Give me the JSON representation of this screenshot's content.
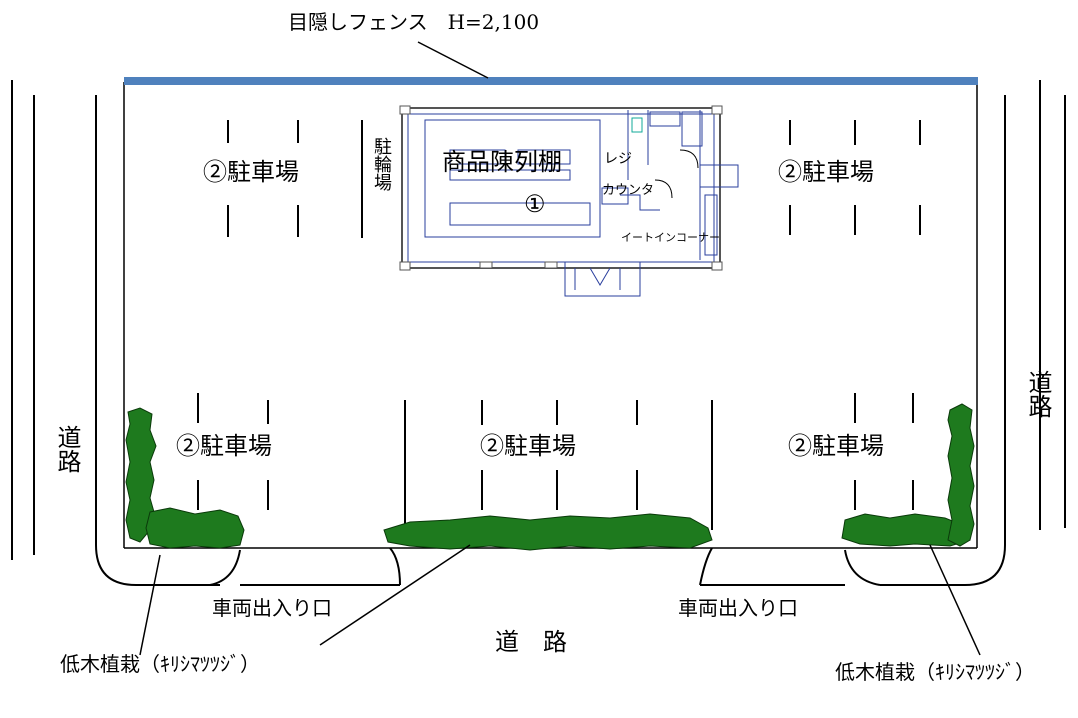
{
  "fence": {
    "label": "目隠しフェンス　H=2,100",
    "color": "#4f81bd"
  },
  "shrub_color": "#1e7a1e",
  "store": {
    "shelf_label": "商品陳列棚",
    "register_label": "レジ",
    "counter_label": "カウンタ",
    "eatin_label": "イートインコーナー",
    "building_no": "①"
  },
  "bike_parking": "駐輪場",
  "parking": {
    "top_left": "②駐車場",
    "top_right": "②駐車場",
    "bottom_left": "②駐車場",
    "bottom_center": "②駐車場",
    "bottom_right": "②駐車場"
  },
  "roads": {
    "left": "道路",
    "right": "道路",
    "bottom": "道　路"
  },
  "entrances": {
    "left": "車両出入り口",
    "right": "車両出入り口"
  },
  "shrubs": {
    "left_label": "低木植栽（ｷﾘｼﾏﾂﾂｼﾞ）",
    "right_label": "低木植栽（ｷﾘｼﾏﾂﾂｼﾞ）"
  }
}
